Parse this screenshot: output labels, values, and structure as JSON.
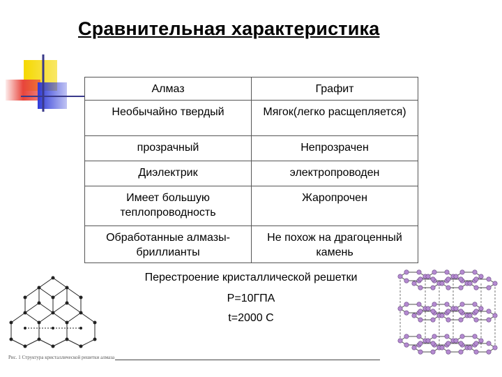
{
  "title": "Сравнительная характеристика",
  "table": {
    "headers": [
      "Алмаз",
      "Графит"
    ],
    "rows": [
      [
        "Необычайно твердый",
        "Мягок(легко расщепляется)"
      ],
      [
        "прозрачный",
        "Непрозрачен"
      ],
      [
        "Диэлектрик",
        "электропроводен"
      ],
      [
        "Имеет большую теплопроводность",
        "Жаропрочен"
      ],
      [
        "Обработанные алмазы-бриллианты",
        "Не похож на драгоценный камень"
      ]
    ]
  },
  "notes": [
    "Перестроение кристаллической решетки",
    "P=10ГПА",
    "t=2000 C"
  ],
  "figure_caption": "Рис. 1 Структура кристаллической решетки алмаза",
  "colors": {
    "deco_yellow": "#f5d800",
    "deco_red": "#e8453c",
    "deco_blue": "#2f3bd8",
    "deco_line": "#3a3a8a",
    "graphite_atom": "#b48ad0"
  }
}
